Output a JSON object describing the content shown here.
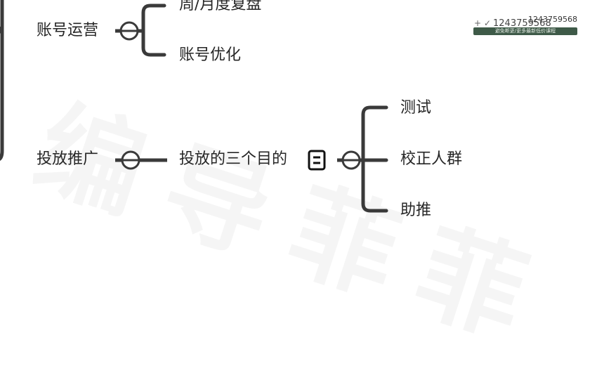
{
  "nodes": {
    "account_ops": "账号运营",
    "weekly_review": "周/月度复盘",
    "account_opt": "账号优化",
    "promotion": "投放推广",
    "three_goals": "投放的三个目的",
    "test": "测试",
    "calibrate": "校正人群",
    "boost": "助推"
  },
  "watermark": {
    "text": "编导菲菲"
  },
  "badge": {
    "contact_1": "1243759568",
    "contact_2": "1243759568",
    "caption": "避免断更/更多最新低价课程"
  },
  "icons": {
    "collapse": "collapse-circle-icon",
    "note": "note-icon"
  },
  "colors": {
    "line": "#3a3a3a",
    "text": "#262626"
  }
}
